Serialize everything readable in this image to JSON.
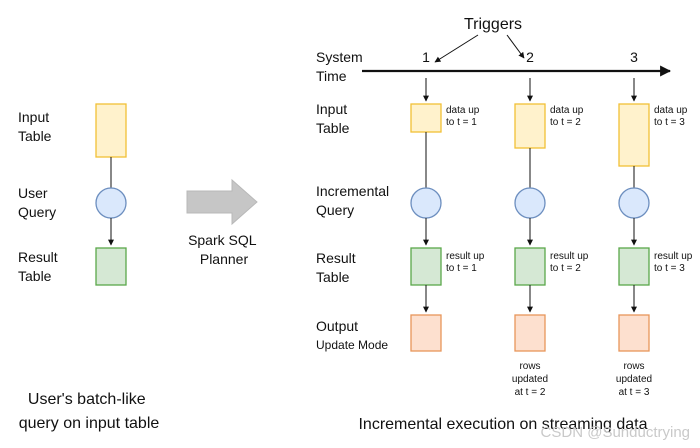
{
  "colors": {
    "input_fill": "#fff2cc",
    "input_stroke": "#f2c036",
    "query_fill": "#dae8fc",
    "query_stroke": "#6c8ebf",
    "result_fill": "#d5e8d4",
    "result_stroke": "#5aa84a",
    "output_fill": "#fde0cf",
    "output_stroke": "#e8965a",
    "arrow_fill": "#c6c6c6"
  },
  "left": {
    "input_label": [
      "Input",
      "Table"
    ],
    "query_label": [
      "User",
      "Query"
    ],
    "result_label": [
      "Result",
      "Table"
    ],
    "caption": [
      "User's batch-like",
      "query on input table"
    ]
  },
  "middle": {
    "planner_label": [
      "Spark SQL",
      "Planner"
    ]
  },
  "right": {
    "triggers_label": "Triggers",
    "system_time_label": [
      "System",
      "Time"
    ],
    "row_labels": {
      "input": [
        "Input",
        "Table"
      ],
      "query": [
        "Incremental",
        "Query"
      ],
      "result": [
        "Result",
        "Table"
      ],
      "output": [
        "Output",
        "Update Mode"
      ]
    },
    "time_ticks": [
      "1",
      "2",
      "3"
    ],
    "input_notes": [
      [
        "data up",
        "to t = 1"
      ],
      [
        "data up",
        "to t = 2"
      ],
      [
        "data up",
        "to t = 3"
      ]
    ],
    "result_notes": [
      [
        "result up",
        "to t = 1"
      ],
      [
        "result up",
        "to t = 2"
      ],
      [
        "result up",
        "to t = 3"
      ]
    ],
    "output_notes": [
      [],
      [
        "rows",
        "updated",
        "at t = 2"
      ],
      [
        "rows",
        "updated",
        "at t = 3"
      ]
    ],
    "caption": "Incremental execution on streaming data"
  },
  "watermark": "CSDN @Sunductrying"
}
